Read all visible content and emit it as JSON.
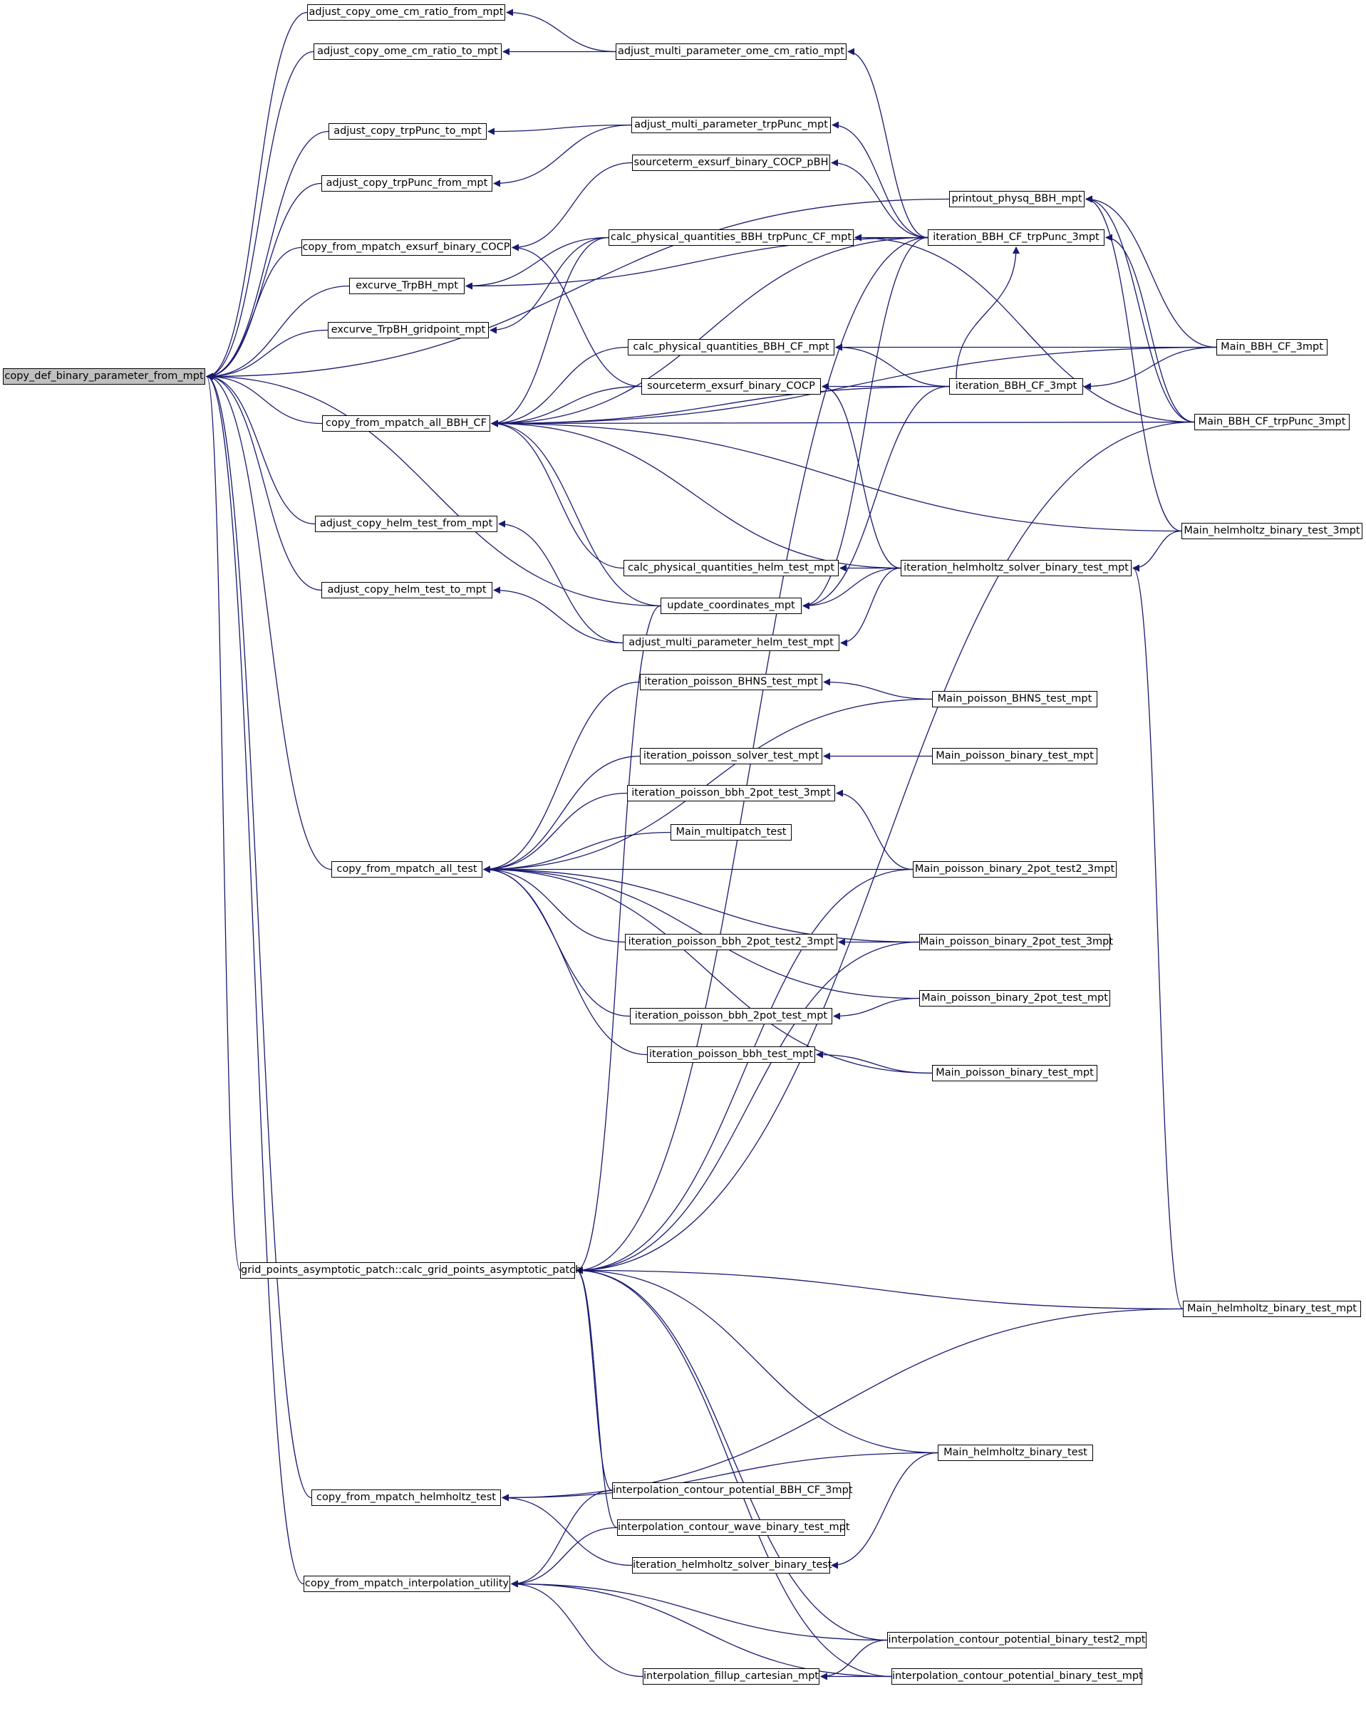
{
  "colors": {
    "edge": "#191970",
    "node_border": "#000000",
    "root_fill": "#c0c0c0",
    "background": "#ffffff"
  },
  "nodes": {
    "root": "copy_def_binary_parameter_from_mpt",
    "n1": "adjust_copy_ome_cm_ratio_from_mpt",
    "n2": "adjust_copy_ome_cm_ratio_to_mpt",
    "n3": "adjust_copy_trpPunc_to_mpt",
    "n4": "adjust_copy_trpPunc_from_mpt",
    "n5": "copy_from_mpatch_exsurf_binary_COCP",
    "n6": "excurve_TrpBH_mpt",
    "n7": "excurve_TrpBH_gridpoint_mpt",
    "n8": "copy_from_mpatch_all_BBH_CF",
    "n9": "adjust_copy_helm_test_from_mpt",
    "n10": "adjust_copy_helm_test_to_mpt",
    "n11": "copy_from_mpatch_all_test",
    "n12": "grid_points_asymptotic_patch::calc_grid_points_asymptotic_patch",
    "n13": "copy_from_mpatch_helmholtz_test",
    "n14": "copy_from_mpatch_interpolation_utility",
    "m1": "adjust_multi_parameter_ome_cm_ratio_mpt",
    "m2": "adjust_multi_parameter_trpPunc_mpt",
    "m3": "sourceterm_exsurf_binary_COCP_pBH",
    "m4": "calc_physical_quantities_BBH_trpPunc_CF_mpt",
    "m5": "calc_physical_quantities_BBH_CF_mpt",
    "m6": "sourceterm_exsurf_binary_COCP",
    "m7": "calc_physical_quantities_helm_test_mpt",
    "m8": "update_coordinates_mpt",
    "m9": "adjust_multi_parameter_helm_test_mpt",
    "m10": "iteration_poisson_BHNS_test_mpt",
    "m11": "iteration_poisson_solver_test_mpt",
    "m12": "iteration_poisson_bbh_2pot_test_3mpt",
    "m13": "Main_multipatch_test",
    "m14": "iteration_poisson_bbh_2pot_test2_3mpt",
    "m15": "iteration_poisson_bbh_2pot_test_mpt",
    "m16": "iteration_poisson_bbh_test_mpt",
    "m17": "interpolation_contour_potential_BBH_CF_3mpt",
    "m18": "interpolation_contour_wave_binary_test_mpt",
    "m19": "iteration_helmholtz_solver_binary_test",
    "m20": "interpolation_fillup_cartesian_mpt",
    "r1": "printout_physq_BBH_mpt",
    "r2": "iteration_BBH_CF_trpPunc_3mpt",
    "r3": "iteration_BBH_CF_3mpt",
    "r4": "iteration_helmholtz_solver_binary_test_mpt",
    "r5": "Main_poisson_BHNS_test_mpt",
    "r6": "Main_poisson_binary_test_mpt",
    "r7": "Main_poisson_binary_2pot_test2_3mpt",
    "r8": "Main_poisson_binary_2pot_test_3mpt",
    "r9": "Main_poisson_binary_2pot_test_mpt",
    "r10": "Main_poisson_binary_test_mpt",
    "r11": "Main_helmholtz_binary_test",
    "r12": "interpolation_contour_potential_binary_test2_mpt",
    "r13": "interpolation_contour_potential_binary_test_mpt",
    "f1": "Main_BBH_CF_3mpt",
    "f2": "Main_BBH_CF_trpPunc_3mpt",
    "f3": "Main_helmholtz_binary_test_3mpt",
    "f4": "Main_helmholtz_binary_test_mpt"
  }
}
